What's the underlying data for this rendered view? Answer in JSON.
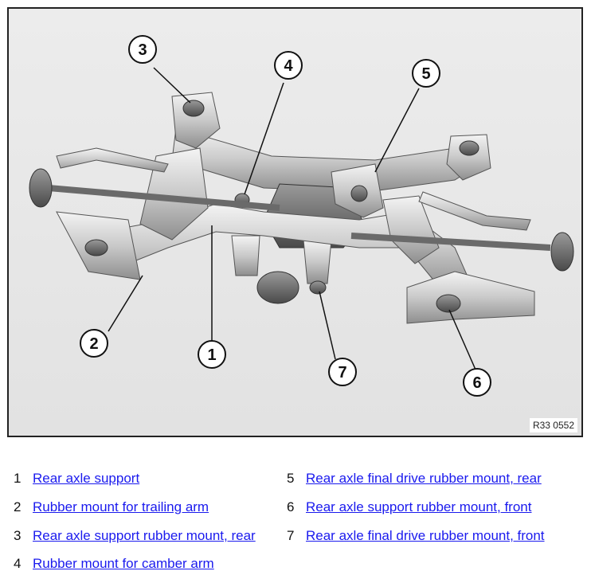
{
  "figure": {
    "reference_code": "R33 0552",
    "callouts": [
      "1",
      "2",
      "3",
      "4",
      "5",
      "6",
      "7"
    ]
  },
  "legend": [
    {
      "number": "1",
      "label": "Rear axle support"
    },
    {
      "number": "2",
      "label": "Rubber mount for trailing arm"
    },
    {
      "number": "3",
      "label": "Rear axle support rubber mount, rear"
    },
    {
      "number": "4",
      "label": "Rubber mount for camber arm"
    },
    {
      "number": "5",
      "label": "Rear axle final drive rubber mount, rear"
    },
    {
      "number": "6",
      "label": "Rear axle support rubber mount, front"
    },
    {
      "number": "7",
      "label": "Rear axle final drive rubber mount, front"
    }
  ]
}
